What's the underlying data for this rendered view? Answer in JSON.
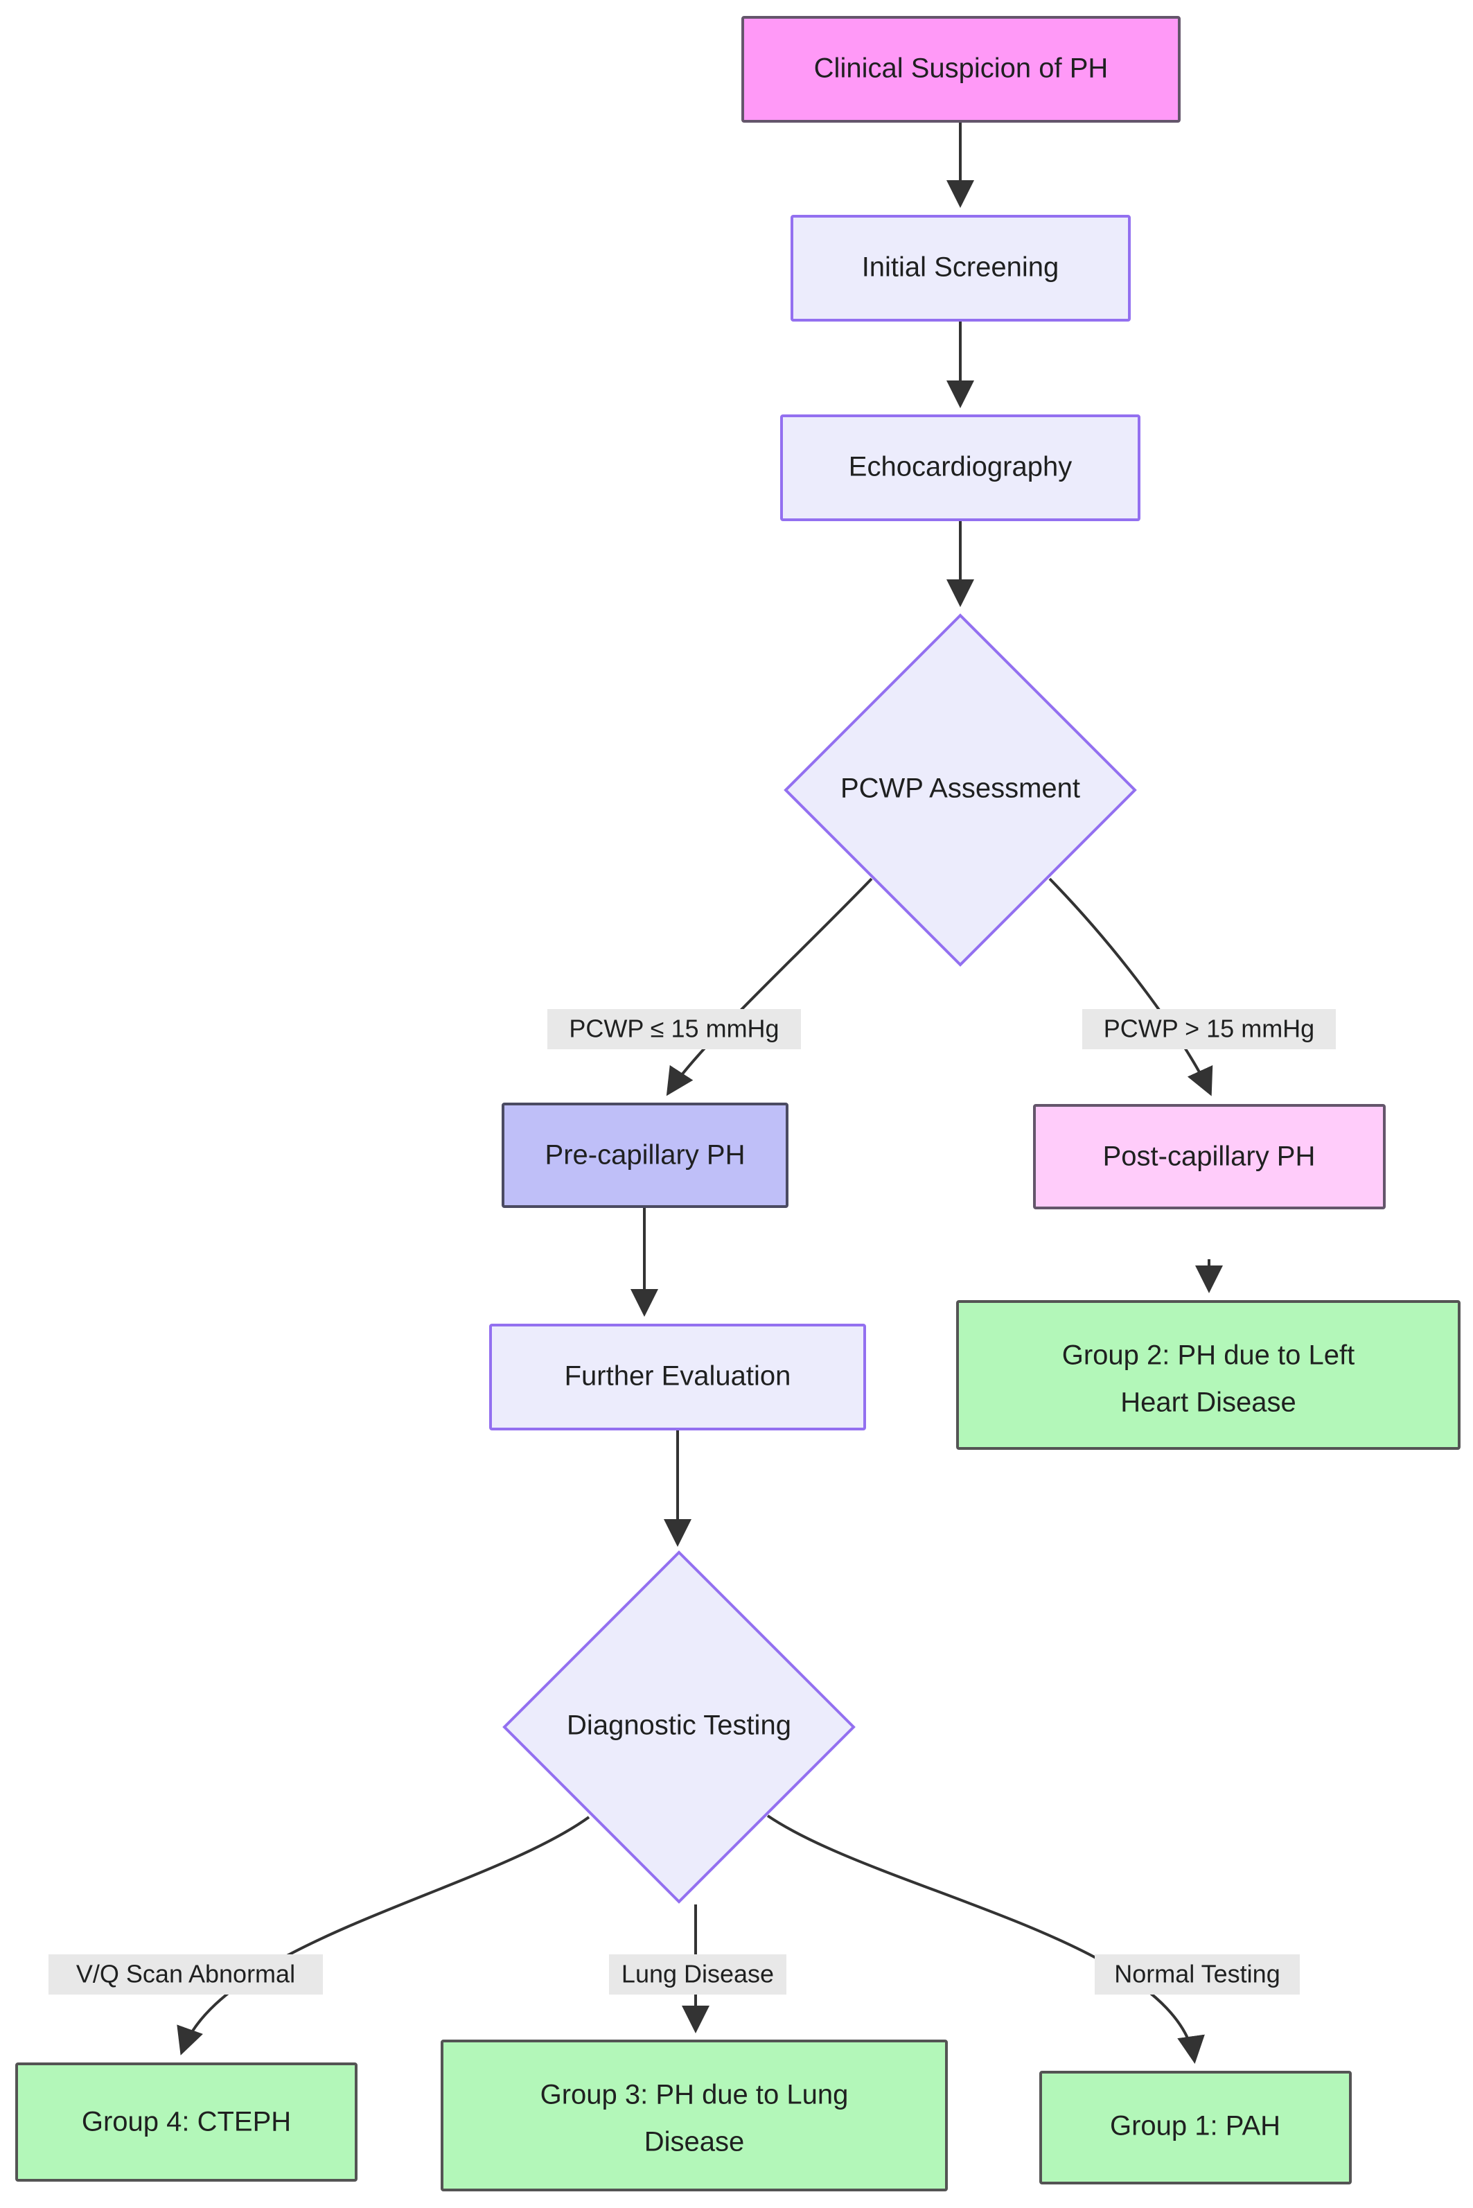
{
  "diagram": {
    "type": "flowchart",
    "title": "Pulmonary Hypertension Diagnostic Algorithm",
    "direction": "top-down",
    "background": "#ffffff",
    "palette": {
      "magenta_fill": "#ff99f7",
      "magenta_stroke": "#64566b",
      "lavender_fill": "#ececfc",
      "lavender_stroke": "#9370f0",
      "periwinkle_fill": "#bfbff8",
      "periwinkle_stroke": "#4b4b62",
      "pink_fill": "#ffccfa",
      "pink_stroke": "#64566b",
      "green_fill": "#b3f7b9",
      "green_stroke": "#545454",
      "edge_stroke": "#333333",
      "label_bg": "#e8e8e8",
      "text": "#1f2020"
    },
    "nodes": [
      {
        "id": "n1",
        "label": "Clinical Suspicion of PH",
        "shape": "rect",
        "style": "magenta"
      },
      {
        "id": "n2",
        "label": "Initial Screening",
        "shape": "rect",
        "style": "lavender"
      },
      {
        "id": "n3",
        "label": "Echocardiography",
        "shape": "rect",
        "style": "lavender"
      },
      {
        "id": "n4",
        "label": "PCWP Assessment",
        "shape": "diamond",
        "style": "lavender"
      },
      {
        "id": "n5",
        "label": "Pre-capillary PH",
        "shape": "rect",
        "style": "periwinkle"
      },
      {
        "id": "n6",
        "label": "Post-capillary PH",
        "shape": "rect",
        "style": "pink"
      },
      {
        "id": "n7",
        "label": "Further Evaluation",
        "shape": "rect",
        "style": "lavender"
      },
      {
        "id": "n8",
        "label_line1": "Group 2: PH due to Left",
        "label_line2": "Heart Disease",
        "shape": "rect",
        "style": "green"
      },
      {
        "id": "n9",
        "label": "Diagnostic Testing",
        "shape": "diamond",
        "style": "lavender"
      },
      {
        "id": "n10",
        "label": "Group 4: CTEPH",
        "shape": "rect",
        "style": "green"
      },
      {
        "id": "n11",
        "label_line1": "Group 3: PH due to Lung",
        "label_line2": "Disease",
        "shape": "rect",
        "style": "green"
      },
      {
        "id": "n12",
        "label": "Group 1: PAH",
        "shape": "rect",
        "style": "green"
      }
    ],
    "edges": [
      {
        "from": "n1",
        "to": "n2",
        "label": ""
      },
      {
        "from": "n2",
        "to": "n3",
        "label": ""
      },
      {
        "from": "n3",
        "to": "n4",
        "label": ""
      },
      {
        "from": "n4",
        "to": "n5",
        "label": "PCWP ≤ 15 mmHg"
      },
      {
        "from": "n4",
        "to": "n6",
        "label": "PCWP > 15 mmHg"
      },
      {
        "from": "n5",
        "to": "n7",
        "label": ""
      },
      {
        "from": "n6",
        "to": "n8",
        "label": ""
      },
      {
        "from": "n7",
        "to": "n9",
        "label": ""
      },
      {
        "from": "n9",
        "to": "n10",
        "label": "V/Q Scan Abnormal"
      },
      {
        "from": "n9",
        "to": "n11",
        "label": "Lung Disease"
      },
      {
        "from": "n9",
        "to": "n12",
        "label": "Normal Testing"
      }
    ]
  }
}
